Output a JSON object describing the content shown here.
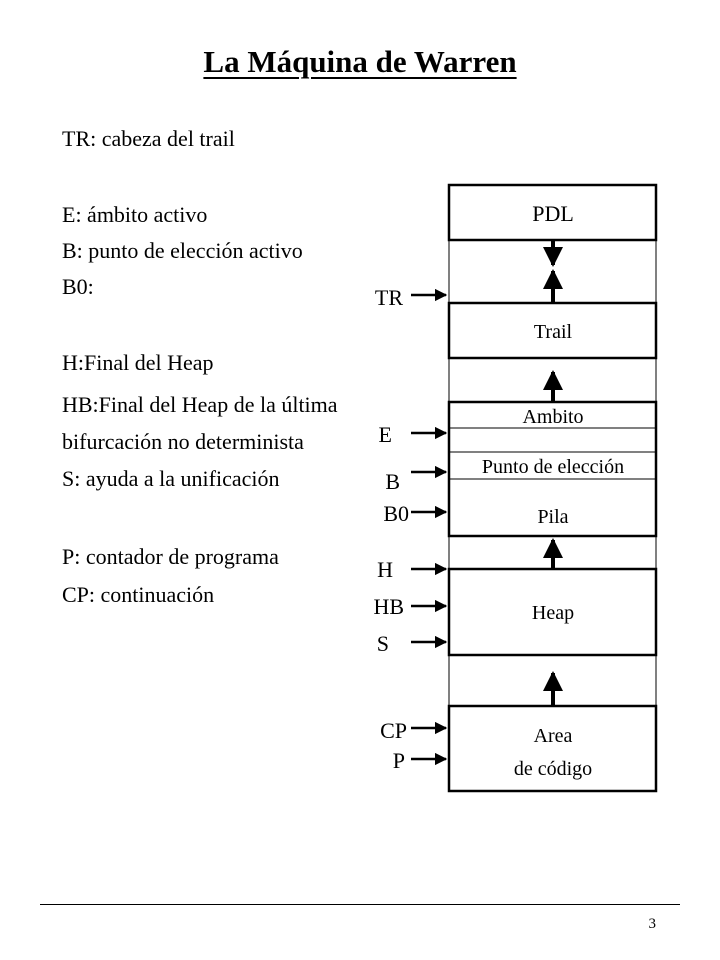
{
  "title": "La Máquina de Warren",
  "descriptions": [
    "TR: cabeza del trail",
    "E: ámbito activo",
    "B: punto de elección activo",
    "B0:",
    "H:Final del Heap",
    "HB:Final del Heap de la última",
    "bifurcación no determinista",
    "S: ayuda a la unificación",
    "P: contador de programa",
    "CP: continuación"
  ],
  "memory": {
    "pdl": "PDL",
    "trail": "Trail",
    "ambito": "Ambito",
    "punto_eleccion": "Punto de elección",
    "pila": "Pila",
    "heap": "Heap",
    "area_line1": "Area",
    "area_line2": "de código"
  },
  "registers": {
    "tr": "TR",
    "e": "E",
    "b": "B",
    "b0": "B0",
    "h": "H",
    "hb": "HB",
    "s": "S",
    "cp": "CP",
    "p": "P"
  },
  "page_number": "3"
}
